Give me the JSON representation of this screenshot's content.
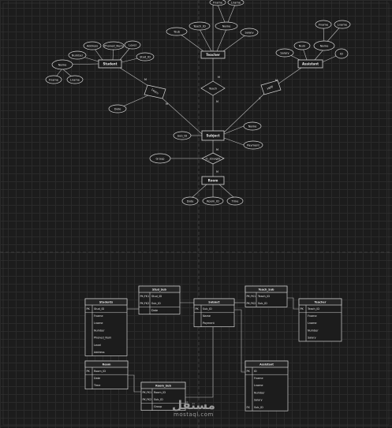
{
  "entities": {
    "teacher": "Teacher",
    "student": "Student",
    "assistant": "Assistant",
    "subject": "Subject",
    "room": "Room"
  },
  "relationships": {
    "teaches": "Teach",
    "learn": "Learn",
    "help": "Help",
    "in_straight": "In_straight"
  },
  "attributes": {
    "teacher": [
      "Fname",
      "Lname",
      "Teach_ID",
      "Name",
      "Salary",
      "Tsub"
    ],
    "student": [
      "Address",
      "Phoned_Num",
      "Level",
      "Stud_ID",
      "Number",
      "Name",
      "Fname",
      "Lname"
    ],
    "assistant": [
      "Fname",
      "Lname",
      "Num",
      "Name",
      "Salary",
      "ID"
    ],
    "subject": [
      "Sub_ID",
      "Name",
      "Payment"
    ],
    "in_straight": [
      "Group"
    ],
    "learn": [
      "Date"
    ],
    "room": [
      "Date",
      "Room_ID",
      "Time"
    ]
  },
  "cardinality": {
    "learn_student": "M",
    "learn_subject": "M",
    "teach_teacher": "M",
    "teach_subject": "M",
    "help_assistant": "M",
    "help_subject": "1",
    "in_subject": "M",
    "in_room": "M"
  },
  "tables": {
    "students": {
      "title": "Students",
      "rows": [
        [
          "PK",
          "Stud_ID"
        ],
        [
          "",
          "Fname"
        ],
        [
          "",
          "Lname"
        ],
        [
          "",
          "Number"
        ],
        [
          "",
          "Phoned_Num"
        ],
        [
          "",
          "Level"
        ],
        [
          "",
          "Address"
        ]
      ]
    },
    "stud_sub": {
      "title": "Stud_Sub",
      "rows": [
        [
          "PK,FK1",
          "Stud_ID"
        ],
        [
          "PK,FK2",
          "Sub_ID"
        ],
        [
          "",
          "Date"
        ]
      ]
    },
    "subject": {
      "title": "Subject",
      "rows": [
        [
          "PK",
          "Sub_ID"
        ],
        [
          "",
          "Name"
        ],
        [
          "",
          "Payment"
        ]
      ]
    },
    "teach_sub": {
      "title": "Teach_Sub",
      "rows": [
        [
          "PK,FK1",
          "Teach_ID"
        ],
        [
          "PK,FK2",
          "Sub_ID"
        ]
      ]
    },
    "teacher": {
      "title": "Teacher",
      "rows": [
        [
          "PK",
          "Teach_ID"
        ],
        [
          "",
          "Fname"
        ],
        [
          "",
          "Lname"
        ],
        [
          "",
          "Number"
        ],
        [
          "",
          "Salary"
        ]
      ]
    },
    "room": {
      "title": "Room",
      "rows": [
        [
          "PK",
          "Room_ID"
        ],
        [
          "",
          "Date"
        ],
        [
          "",
          "Time"
        ]
      ]
    },
    "room_sub": {
      "title": "Room_Sub",
      "rows": [
        [
          "PK,FK1",
          "Room_ID"
        ],
        [
          "PK,FK2",
          "Sub_ID"
        ],
        [
          "",
          "Group"
        ]
      ]
    },
    "assistant": {
      "title": "Assistant",
      "rows": [
        [
          "PK",
          "ID"
        ],
        [
          "",
          "Fname"
        ],
        [
          "",
          "Lname"
        ],
        [
          "",
          "Number"
        ],
        [
          "",
          "Salary"
        ],
        [
          "FK",
          "Sub_ID"
        ]
      ]
    }
  },
  "watermark": {
    "arabic": "مستقل",
    "latin": "mostaql.com"
  },
  "colors": {
    "background": "#1c1c1c",
    "grid": "#2a2a2a",
    "stroke": "#d8d8d8",
    "text": "#e8e8e8"
  }
}
